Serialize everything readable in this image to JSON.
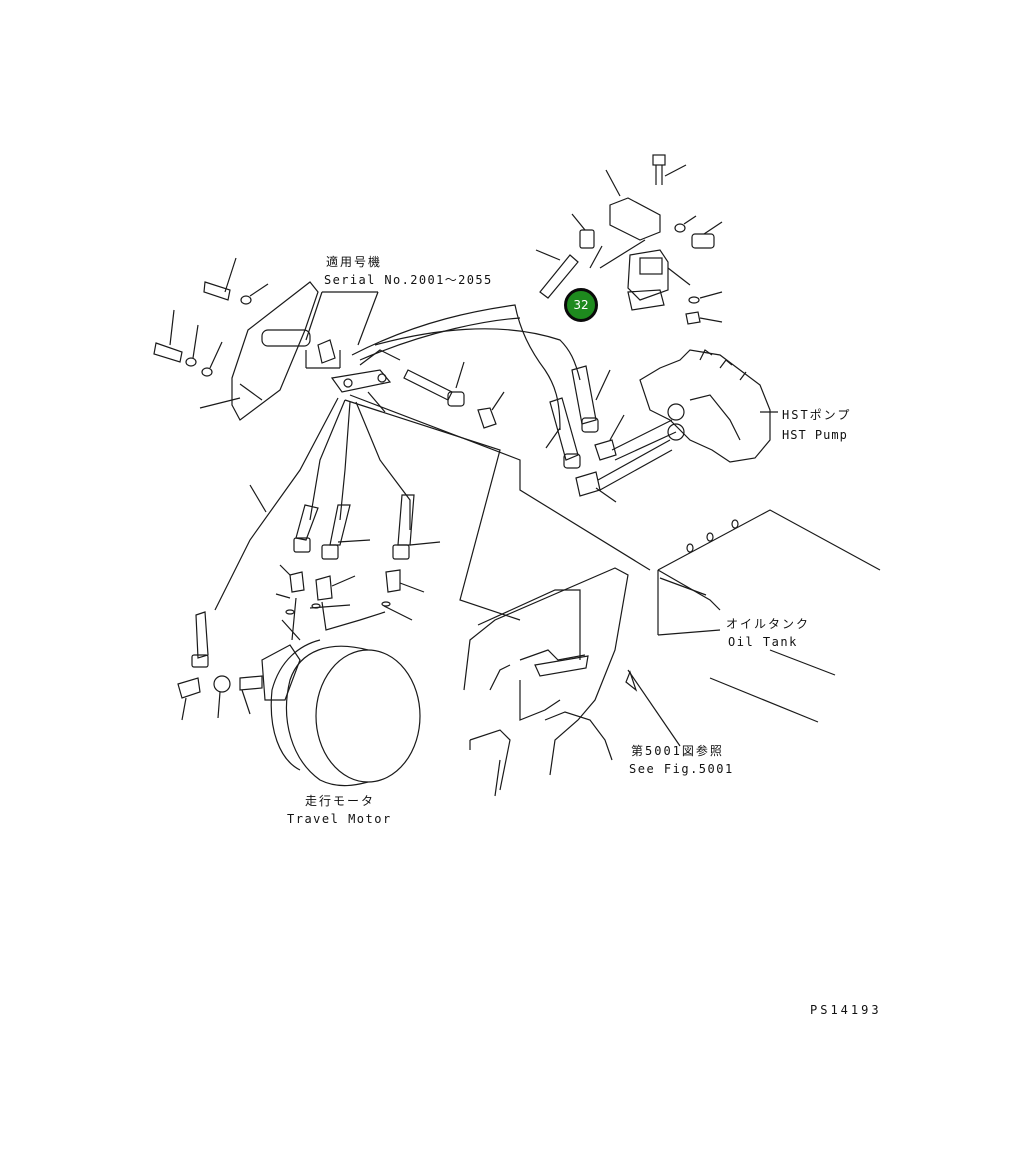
{
  "labels": {
    "serial_jp": "適用号機",
    "serial_en": "Serial No.2001～2055",
    "hst_pump_jp": "HSTポンプ",
    "hst_pump_en": "HST Pump",
    "oil_tank_jp": "オイルタンク",
    "oil_tank_en": "Oil Tank",
    "see_fig_jp": "第5001図参照",
    "see_fig_en": "See Fig.5001",
    "travel_motor_jp": "走行モータ",
    "travel_motor_en": "Travel Motor",
    "drawing_no": "PS14193"
  },
  "callouts": [
    {
      "id": "32",
      "label": "32",
      "color": "#1e8a1e"
    }
  ],
  "colors": {
    "line": "#1a1a1a",
    "callout_fill": "#1e8a1e",
    "background": "#ffffff"
  }
}
